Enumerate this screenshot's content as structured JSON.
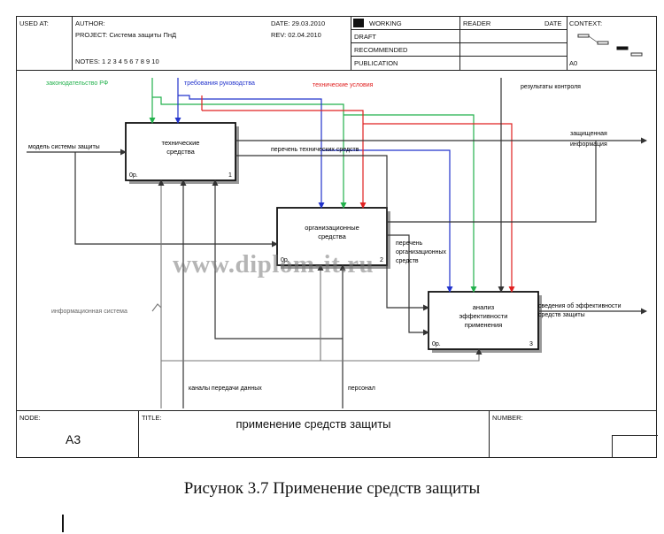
{
  "header": {
    "used_at": "USED AT:",
    "author": "AUTHOR:",
    "project": "PROJECT:  Система защиты ПнД",
    "notes": "NOTES:  1  2  3  4  5  6  7  8  9  10",
    "date": "DATE:  29.03.2010",
    "rev": "REV:    02.04.2010",
    "status": [
      "WORKING",
      "DRAFT",
      "RECOMMENDED",
      "PUBLICATION"
    ],
    "reader": "READER",
    "date2": "DATE",
    "context": "CONTEXT:",
    "node_id": "A0"
  },
  "boxes": [
    {
      "title": "технические\nсредства",
      "cost": "0р.",
      "num": "1"
    },
    {
      "title": "организационные\nсредства",
      "cost": "0р.",
      "num": "2"
    },
    {
      "title": "анализ\nэффективности\nприменения",
      "cost": "0р.",
      "num": "3"
    }
  ],
  "arrow_labels": {
    "law": "законодательство РФ",
    "mgmt": "требования руководства",
    "tech_cond": "технические условия",
    "control": "результаты контроля",
    "model": "модель системы защиты",
    "info_out": "защищенная\nинформация",
    "tech_list": "перечень технических средств",
    "org_list": "перечень\nорганизационных\nсредств",
    "info_sys": "информационная система",
    "channels": "каналы передачи данных",
    "personnel": "персонал",
    "effect": "сведения об эффективности\nсредств защиты"
  },
  "watermark": "www.diplom-it.ru",
  "footer": {
    "node_label": "NODE:",
    "node_value": "A3",
    "title_label": "TITLE:",
    "title_value": "применение средств  защиты",
    "number_label": "NUMBER:"
  },
  "caption": "Рисунок 3.7 Применение средств защиты",
  "colors": {
    "green": "#22b14c",
    "blue": "#2233cc",
    "red": "#e02020",
    "line": "#333333"
  }
}
